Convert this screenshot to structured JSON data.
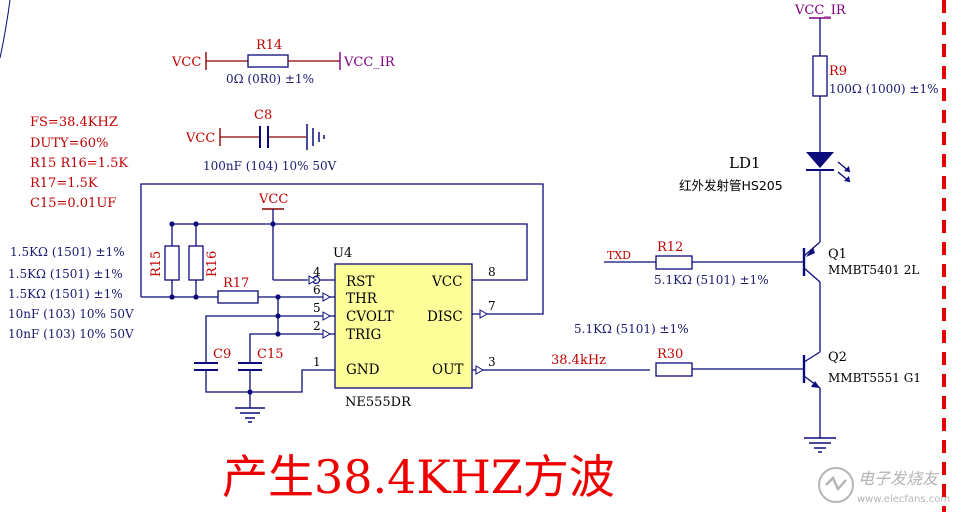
{
  "title_banner": "产生38.4KHZ方波",
  "watermark": {
    "text": "电子发烧友",
    "url": "www.elecfans.com"
  },
  "notes": [
    "FS=38.4KHZ",
    "DUTY=60%",
    "R15 R16=1.5K",
    "R17=1.5K",
    "C15=0.01UF"
  ],
  "left_values": [
    "1.5KΩ (1501) ±1%",
    "1.5KΩ (1501) ±1%",
    "1.5KΩ (1501) ±1%",
    "10nF (103) 10% 50V",
    "10nF (103) 10% 50V"
  ],
  "nets": {
    "vcc": "VCC",
    "vcc_ir": "VCC_IR",
    "txd": "TXD",
    "out_freq": "38.4kHz"
  },
  "components": {
    "r14": {
      "ref": "R14",
      "value": "0Ω (0R0) ±1%"
    },
    "c8": {
      "ref": "C8",
      "value": "100nF (104) 10% 50V"
    },
    "r9": {
      "ref": "R9",
      "value": "100Ω (1000) ±1%"
    },
    "ld1": {
      "ref": "LD1",
      "value": "红外发射管HS205"
    },
    "r12": {
      "ref": "R12",
      "value": "5.1KΩ (5101) ±1%"
    },
    "r30": {
      "ref": "R30",
      "value": "5.1KΩ (5101) ±1%"
    },
    "q1": {
      "ref": "Q1",
      "value": "MMBT5401 2L"
    },
    "q2": {
      "ref": "Q2",
      "value": "MMBT5551  G1"
    },
    "r15": {
      "ref": "R15"
    },
    "r16": {
      "ref": "R16"
    },
    "r17": {
      "ref": "R17"
    },
    "c9": {
      "ref": "C9"
    },
    "c15": {
      "ref": "C15"
    }
  },
  "u4": {
    "ref": "U4",
    "part": "NE555DR",
    "left_pins": [
      {
        "num": "4",
        "name": "RST"
      },
      {
        "num": "6",
        "name": "THR"
      },
      {
        "num": "5",
        "name": "CVOLT"
      },
      {
        "num": "2",
        "name": "TRIG"
      },
      {
        "num": "1",
        "name": "GND"
      }
    ],
    "right_pins": [
      {
        "num": "8",
        "name": "VCC"
      },
      {
        "num": "7",
        "name": "DISC"
      },
      {
        "num": "3",
        "name": "OUT"
      }
    ]
  },
  "colors": {
    "wire": "#0a0a7a",
    "label": "#c00000",
    "chip_fill": "#ffff99",
    "banner": "#ee0000",
    "border_dash": "#e00000"
  }
}
